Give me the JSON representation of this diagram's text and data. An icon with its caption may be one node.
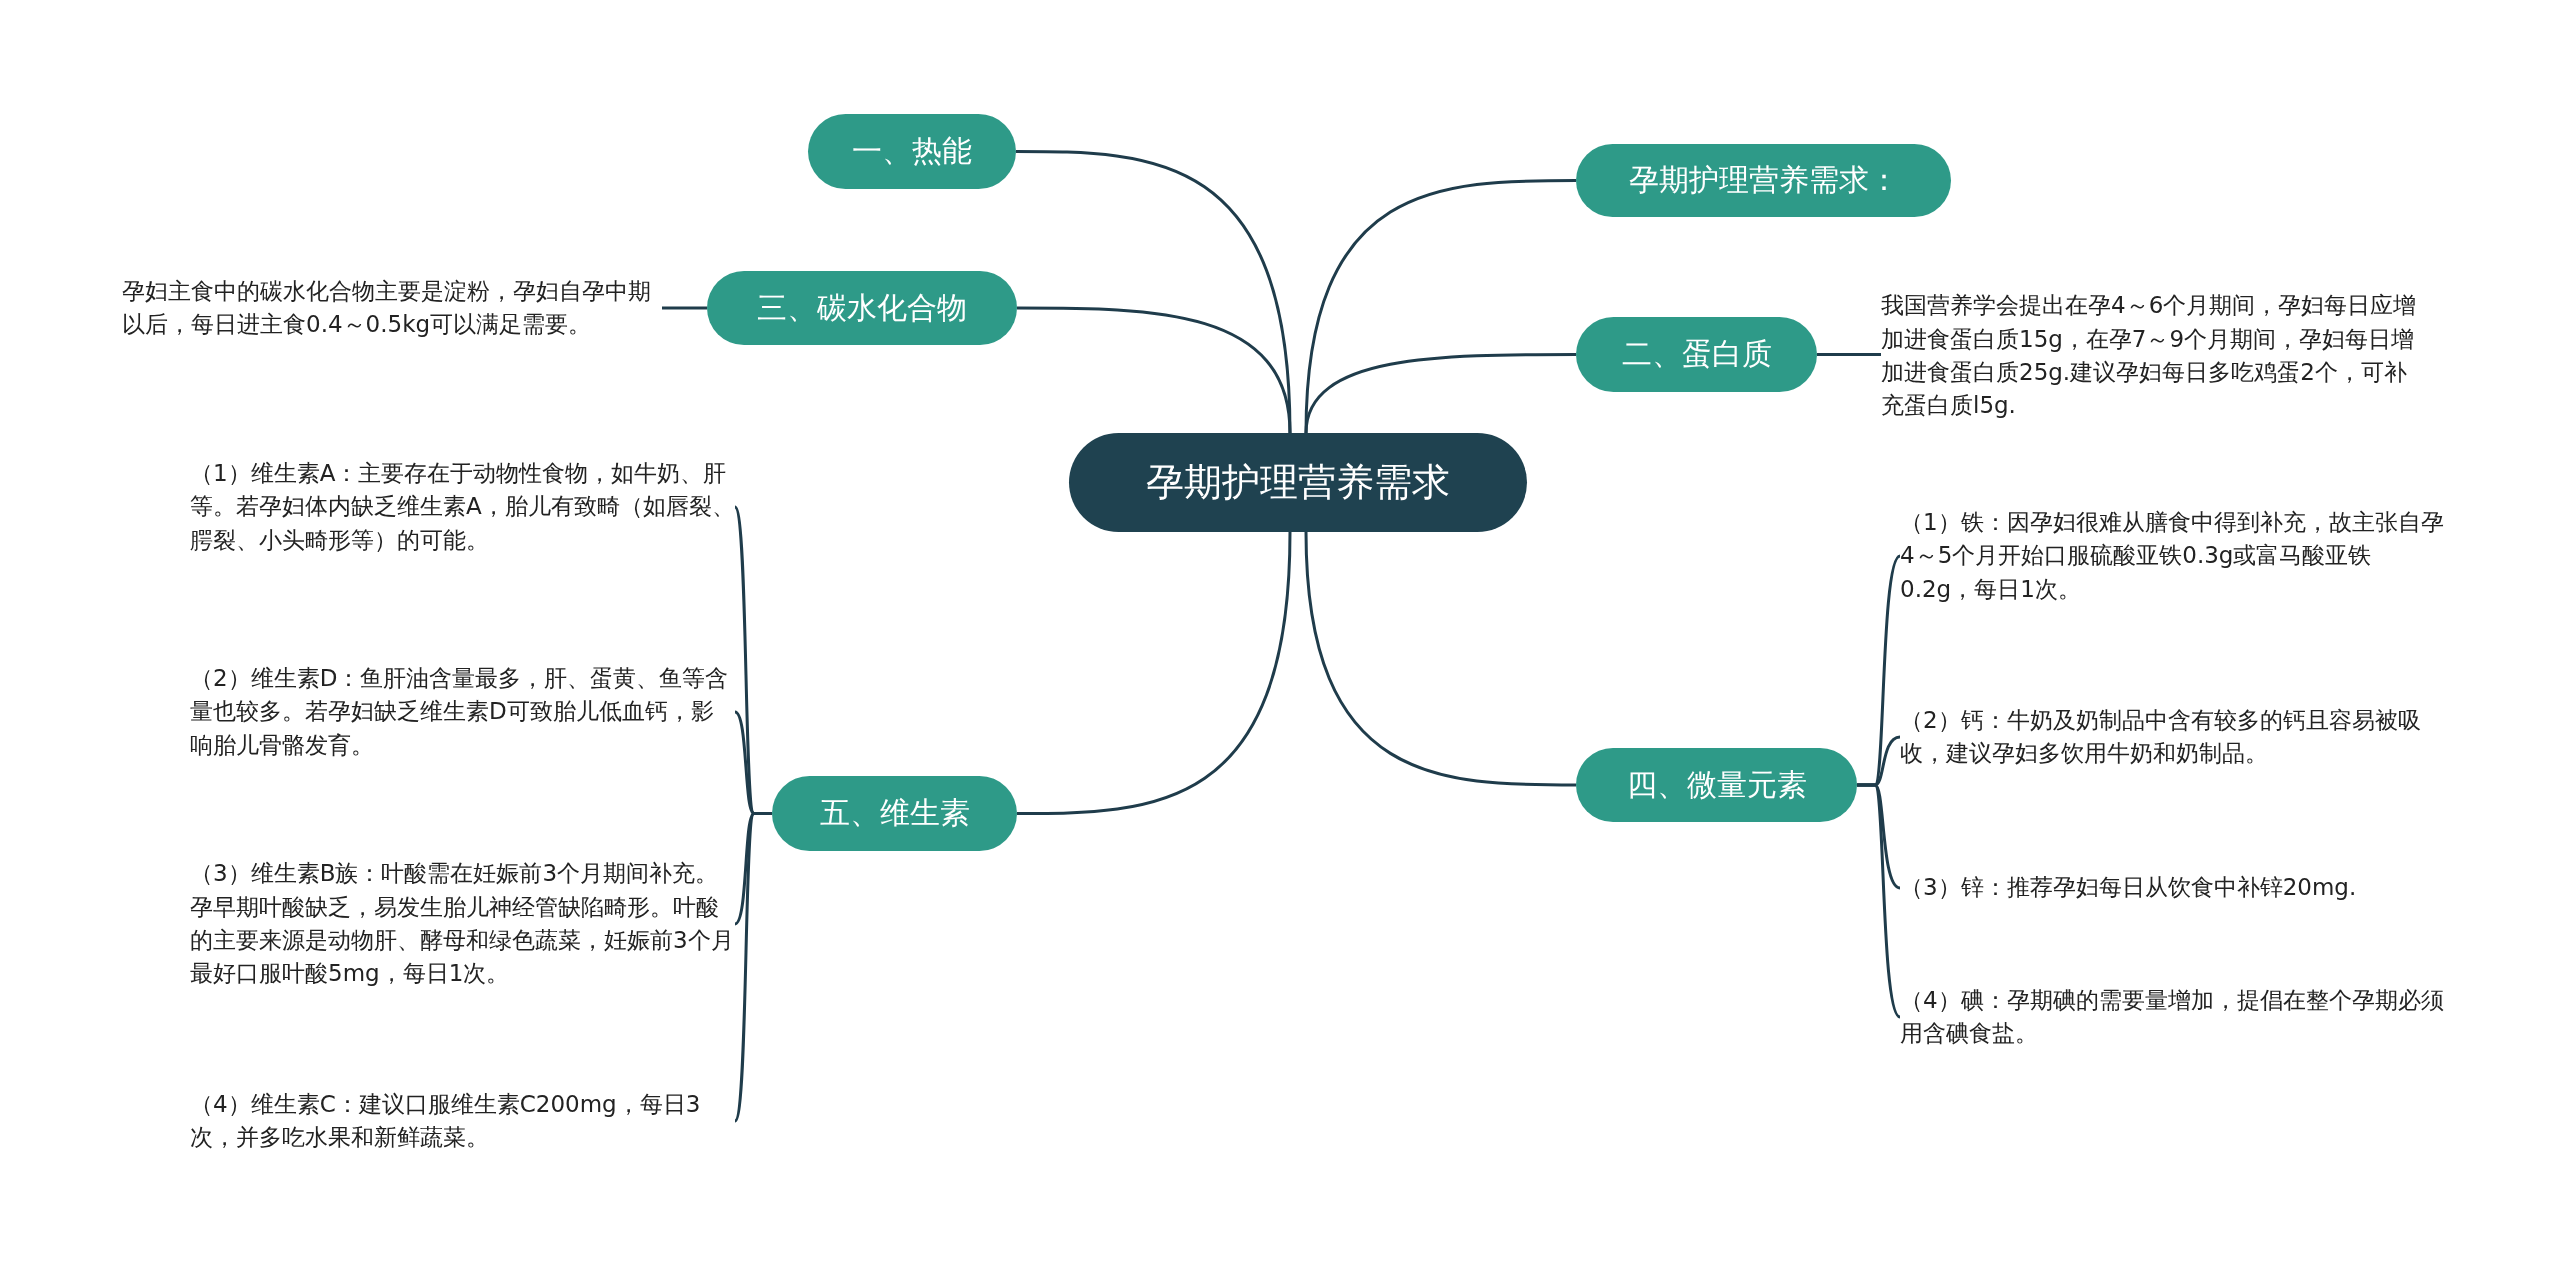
{
  "diagram": {
    "nodes": [
      {
        "text": [
          "孕期护理营养需求"
        ]
      },
      {
        "text": [
          "一、热能"
        ]
      },
      {
        "text": [
          "孕期护理营养需求："
        ]
      },
      {
        "text": [
          "三、碳水化合物"
        ]
      },
      {
        "text": [
          "孕妇主食中的碳水化合物主要是淀粉，孕妇自孕中期以后，每日进主食0.4～0.5kg可以满足需要。"
        ]
      },
      {
        "text": [
          "二、蛋白质"
        ]
      },
      {
        "text": [
          "我国营养学会提出在孕4～6个月期间，孕妇每日应增加进食蛋白质15g，在孕7～9个月期间，孕妇每日增加进食蛋白质25g.建议孕妇每日多吃鸡蛋2个，可补充蛋白质l5g."
        ]
      },
      {
        "text": [
          "五、维生素"
        ]
      },
      {
        "text": [
          "（1）维生素A：主要存在于动物性食物，如牛奶、肝等。若孕妇体内缺乏维生素A，胎儿有致畸（如唇裂、腭裂、小头畸形等）的可能。"
        ]
      },
      {
        "text": [
          "（2）维生素D：鱼肝油含量最多，肝、蛋黄、鱼等含量也较多。若孕妇缺乏维生素D可致胎儿低血钙，影响胎儿骨骼发育。"
        ]
      },
      {
        "text": [
          "（3）维生素B族：叶酸需在妊娠前3个月期间补充。孕早期叶酸缺乏，易发生胎儿神经管缺陷畸形。叶酸的主要来源是动物肝、酵母和绿色蔬菜，妊娠前3个月最好口服叶酸5mg，每日1次。"
        ]
      },
      {
        "text": [
          "（4）维生素C：建议口服维生素C200mg，每日3次，并多吃水果和新鲜蔬菜。"
        ]
      },
      {
        "text": [
          "四、微量元素"
        ]
      },
      {
        "text": [
          "（1）铁：因孕妇很难从膳食中得到补充，故主张自孕4～5个月开始口服硫酸亚铁0.3g或富马酸亚铁0.2g，每日1次。"
        ]
      },
      {
        "text": [
          "（2）钙：牛奶及奶制品中含有较多的钙且容易被吸收，建议孕妇多饮用牛奶和奶制品。"
        ]
      },
      {
        "text": [
          "（3）锌：推荐孕妇每日从饮食中补锌20mg."
        ]
      },
      {
        "text": [
          "（4）碘：孕期碘的需要量增加，提倡在整个孕期必须用含碘食盐。"
        ]
      }
    ],
    "edges": [
      {
        "from": 0,
        "to": 1,
        "arrow": "none"
      },
      {
        "from": 0,
        "to": 2,
        "arrow": "none"
      },
      {
        "from": 0,
        "to": 3,
        "arrow": "none"
      },
      {
        "from": 3,
        "to": 4,
        "arrow": "none"
      },
      {
        "from": 0,
        "to": 5,
        "arrow": "none"
      },
      {
        "from": 5,
        "to": 6,
        "arrow": "none"
      },
      {
        "from": 0,
        "to": 7,
        "arrow": "none"
      },
      {
        "from": 7,
        "to": 8,
        "arrow": "none"
      },
      {
        "from": 7,
        "to": 9,
        "arrow": "none"
      },
      {
        "from": 7,
        "to": 10,
        "arrow": "none"
      },
      {
        "from": 7,
        "to": 11,
        "arrow": "none"
      },
      {
        "from": 0,
        "to": 12,
        "arrow": "none"
      },
      {
        "from": 12,
        "to": 13,
        "arrow": "none"
      },
      {
        "from": 12,
        "to": 14,
        "arrow": "none"
      },
      {
        "from": 12,
        "to": 15,
        "arrow": "none"
      },
      {
        "from": 12,
        "to": 16,
        "arrow": "none"
      }
    ]
  }
}
